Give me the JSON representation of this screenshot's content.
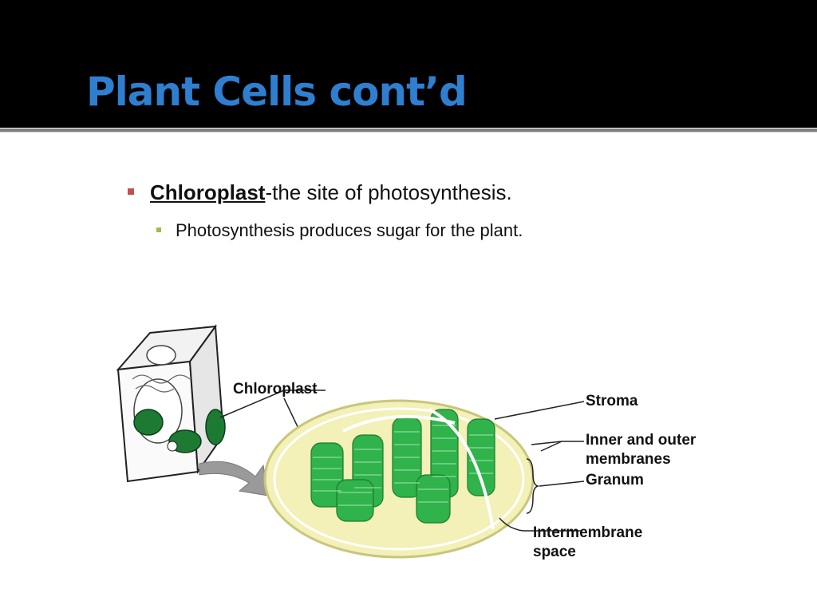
{
  "slide": {
    "title": "Plant Cells cont’d"
  },
  "bullets": {
    "main_term": "Chloroplast",
    "main_rest": "-the site of photosynthesis.",
    "sub": "Photosynthesis produces sugar for the plant."
  },
  "figure": {
    "labels": {
      "chloroplast": "Chloroplast",
      "stroma": "Stroma",
      "membranes_line1": "Inner and outer",
      "membranes_line2": "membranes",
      "granum": "Granum",
      "intermembrane_line1": "Intermembrane",
      "intermembrane_line2": "space"
    }
  },
  "colors": {
    "title": "#2f7fd1",
    "bullet_l1_marker": "#c0504d",
    "bullet_l2_marker": "#9bbb59",
    "thylakoid": "#2fb34a",
    "stroma": "#f3f0b8"
  }
}
